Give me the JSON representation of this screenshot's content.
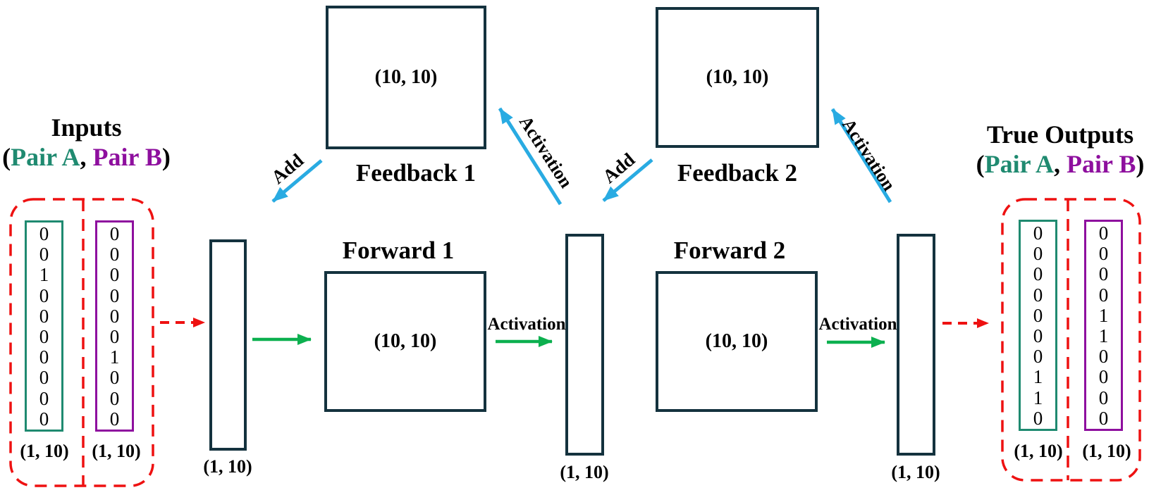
{
  "colors": {
    "pair_a_teal": "#1f8a70",
    "pair_b_purple": "#8e0f9e",
    "flow_red": "#ee1111",
    "feedback_blue": "#29abe2",
    "forward_green": "#0cb04f",
    "box_border_dark": "#14323e"
  },
  "inputs": {
    "title": "Inputs",
    "paren_open": "(",
    "pair_a_label": "Pair A",
    "comma": ", ",
    "pair_b_label": "Pair B",
    "paren_close": ")",
    "pair_a": {
      "values": [
        "0",
        "0",
        "1",
        "0",
        "0",
        "0",
        "0",
        "0",
        "0",
        "0"
      ],
      "shape": "(1, 10)"
    },
    "pair_b": {
      "values": [
        "0",
        "0",
        "0",
        "0",
        "0",
        "0",
        "1",
        "0",
        "0",
        "0"
      ],
      "shape": "(1, 10)"
    }
  },
  "true_outputs": {
    "title": "True Outputs",
    "paren_open": "(",
    "pair_a_label": "Pair A",
    "comma": ", ",
    "pair_b_label": "Pair B",
    "paren_close": ")",
    "pair_a": {
      "values": [
        "0",
        "0",
        "0",
        "0",
        "0",
        "0",
        "0",
        "1",
        "1",
        "0"
      ],
      "shape": "(1, 10)"
    },
    "pair_b": {
      "values": [
        "0",
        "0",
        "0",
        "0",
        "1",
        "1",
        "0",
        "0",
        "0",
        "0"
      ],
      "shape": "(1, 10)"
    }
  },
  "layers": {
    "feedback1": {
      "label": "Feedback 1",
      "shape": "(10, 10)"
    },
    "feedback2": {
      "label": "Feedback 2",
      "shape": "(10, 10)"
    },
    "forward1": {
      "label": "Forward 1",
      "shape": "(10, 10)"
    },
    "forward2": {
      "label": "Forward 2",
      "shape": "(10, 10)"
    }
  },
  "hidden_vectors": {
    "v1": {
      "shape": "(1, 10)"
    },
    "v2": {
      "shape": "(1, 10)"
    },
    "v3": {
      "shape": "(1, 10)"
    }
  },
  "arrow_labels": {
    "add1": "Add",
    "add2": "Add",
    "activation_feedback1": "Activation",
    "activation_feedback2": "Activation",
    "activation_forward1": "Activation",
    "activation_forward2": "Activation"
  }
}
